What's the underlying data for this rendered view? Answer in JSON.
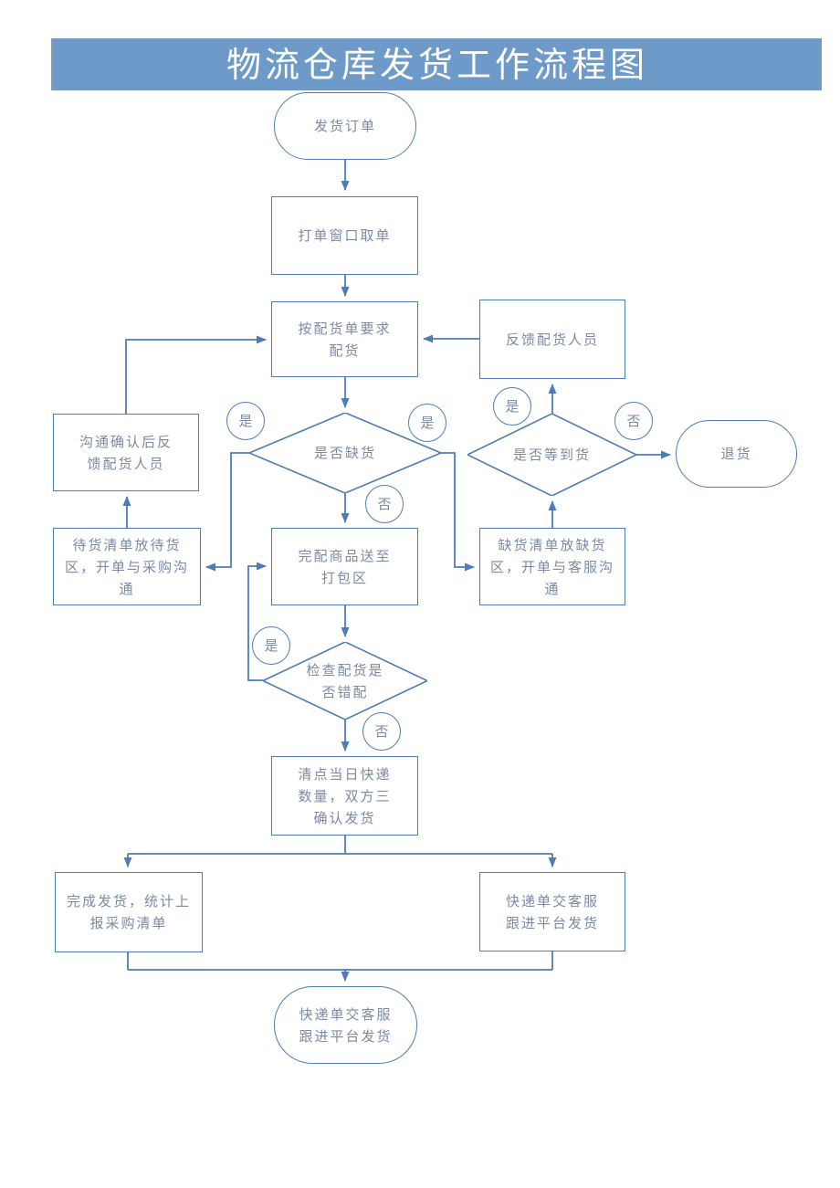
{
  "title": "物流仓库发货工作流程图",
  "colors": {
    "header_bg": "#6e9ac9",
    "line": "#4e7cb5",
    "node_text": "#7b8aa2",
    "title_text": "#ffffff"
  },
  "labels": {
    "yes": "是",
    "no": "否"
  },
  "nodes": {
    "start": "发货订单",
    "print_order": "打单窗口取单",
    "pick_goods": "按配货单要求\n配货",
    "feedback_picker": "反馈配货人员",
    "check_shortage": "是否缺货",
    "wait_arrival": "是否等到货",
    "return_goods": "退货",
    "comm_feedback": "沟通确认后反\n馈配货人员",
    "wait_list": "待货清单放待货\n区，开单与采购沟\n通",
    "to_packing": "完配商品送至\n打包区",
    "shortage_list": "缺货清单放缺货\n区，开单与客服沟\n通",
    "check_mispick": "检查配货是\n否错配",
    "count_express": "清点当日快递\n数量，双方三\n确认发货",
    "finish_ship": "完成发货，统计上\n报采购清单",
    "express_to_cs": "快递单交客服\n跟进平台发货",
    "end": "快递单交客服\n跟进平台发货"
  }
}
